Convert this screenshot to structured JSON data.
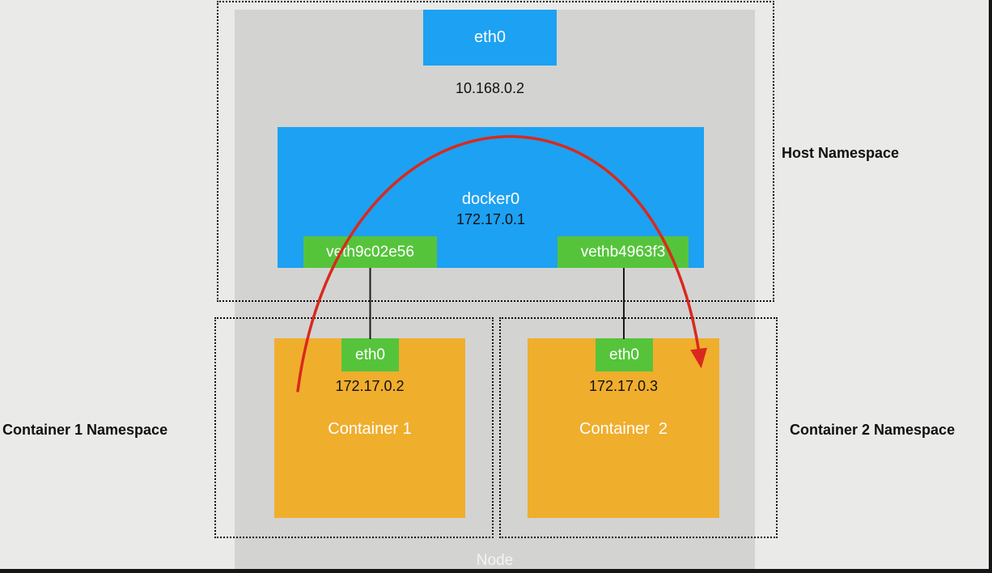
{
  "node": {
    "label": "Node"
  },
  "host_namespace": {
    "label": "Host Namespace",
    "eth0": {
      "label": "eth0",
      "ip": "10.168.0.2"
    },
    "docker0": {
      "label": "docker0",
      "ip": "172.17.0.1"
    },
    "veth1": {
      "label": "veth9c02e56"
    },
    "veth2": {
      "label": "vethb4963f3"
    }
  },
  "container1_namespace": {
    "label": "Container 1 Namespace",
    "container": {
      "name": "Container 1",
      "eth": "eth0",
      "ip": "172.17.0.2"
    }
  },
  "container2_namespace": {
    "label": "Container 2 Namespace",
    "container": {
      "name": "Container  2",
      "eth": "eth0",
      "ip": "172.17.0.3"
    }
  },
  "colors": {
    "interface_blue": "#1da1f2",
    "veth_green": "#55c43b",
    "container_orange": "#f0ae2d",
    "arrow_red": "#d9291d",
    "node_gray": "#d3d3d2",
    "background": "#eaeae8"
  }
}
